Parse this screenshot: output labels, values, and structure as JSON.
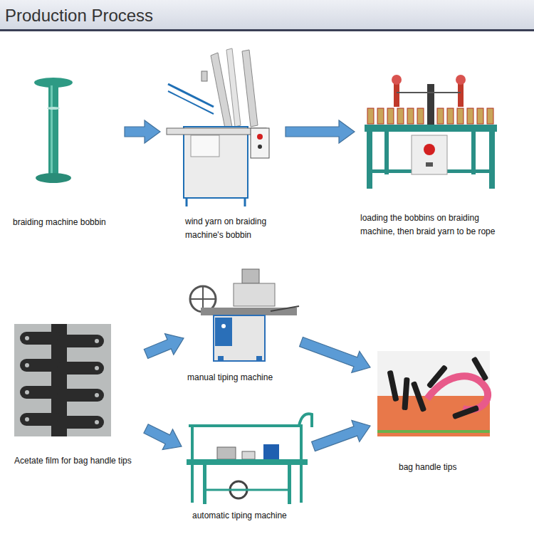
{
  "diagram": {
    "title": "Production Process",
    "nodes": [
      {
        "text": [
          "braiding machine bobbin"
        ]
      },
      {
        "text": [
          "wind yarn on braiding machine's bobbin"
        ]
      },
      {
        "text": [
          "loading the bobbins on braiding machine, then braid yarn to be rope"
        ]
      },
      {
        "text": [
          "Acetate film for bag handle tips"
        ]
      },
      {
        "text": [
          "manual tiping machine"
        ]
      },
      {
        "text": [
          "automatic tiping machine"
        ]
      },
      {
        "text": [
          "bag handle tips"
        ]
      }
    ],
    "edges": [
      {
        "from": 0,
        "to": 1,
        "arrow": "to"
      },
      {
        "from": 1,
        "to": 2,
        "arrow": "to"
      },
      {
        "from": 3,
        "to": 4,
        "arrow": "to"
      },
      {
        "from": 3,
        "to": 5,
        "arrow": "to"
      },
      {
        "from": 4,
        "to": 6,
        "arrow": "to"
      },
      {
        "from": 5,
        "to": 6,
        "arrow": "to"
      }
    ]
  }
}
